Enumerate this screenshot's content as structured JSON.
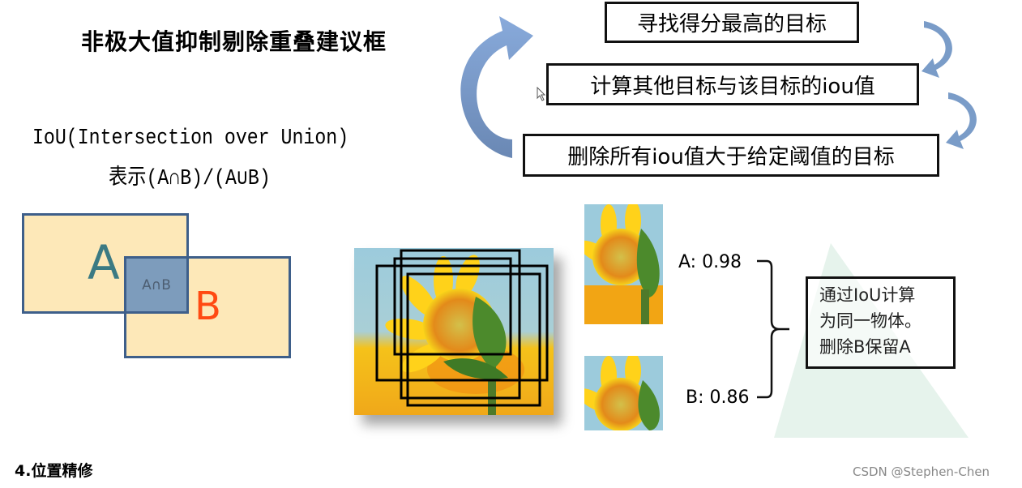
{
  "slide": {
    "title": "非极大值抑制剔除重叠建议框",
    "iou_definition": {
      "line1": "IoU(Intersection over Union)",
      "line2": "表示(A∩B)/(A∪B)"
    },
    "flow_steps": [
      {
        "label": "寻找得分最高的目标"
      },
      {
        "label": "计算其他目标与该目标的iou值"
      },
      {
        "label": "删除所有iou值大于给定阈值的目标"
      }
    ],
    "venn": {
      "box_a_label": "A",
      "box_b_label": "B",
      "intersection_label": "A∩B"
    },
    "detections": {
      "score_a": "A: 0.98",
      "score_b": "B: 0.86"
    },
    "conclusion": {
      "line1": "通过IoU计算",
      "line2": "为同一物体。",
      "line3": "删除B保留A"
    },
    "colors": {
      "arrow_blue": "#7a9cc8",
      "box_fill": "#fde8b8",
      "box_border": "#3e5f8a",
      "intersection_fill": "#7d9cbc",
      "label_a": "#3b7a83",
      "label_b": "#ff4a12",
      "triangle": "#e6f3ec"
    }
  },
  "page": {
    "section_heading": "4.位置精修",
    "watermark": "CSDN @Stephen-Chen"
  }
}
